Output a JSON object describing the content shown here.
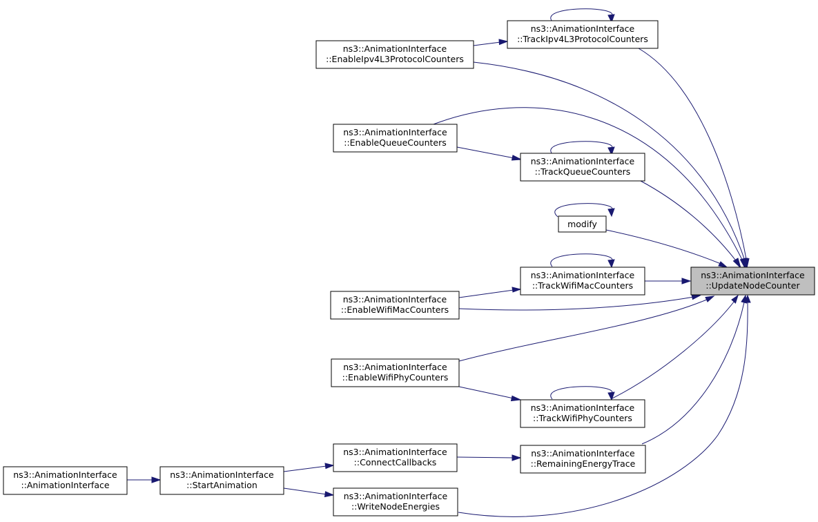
{
  "graph": {
    "nodes": {
      "update_node_counter": {
        "line1": "ns3::AnimationInterface",
        "line2": "::UpdateNodeCounter"
      },
      "track_ipv4": {
        "line1": "ns3::AnimationInterface",
        "line2": "::TrackIpv4L3ProtocolCounters"
      },
      "enable_ipv4": {
        "line1": "ns3::AnimationInterface",
        "line2": "::EnableIpv4L3ProtocolCounters"
      },
      "enable_queue": {
        "line1": "ns3::AnimationInterface",
        "line2": "::EnableQueueCounters"
      },
      "track_queue": {
        "line1": "ns3::AnimationInterface",
        "line2": "::TrackQueueCounters"
      },
      "modify": {
        "line1": "modify"
      },
      "track_wifi_mac": {
        "line1": "ns3::AnimationInterface",
        "line2": "::TrackWifiMacCounters"
      },
      "enable_wifi_mac": {
        "line1": "ns3::AnimationInterface",
        "line2": "::EnableWifiMacCounters"
      },
      "enable_wifi_phy": {
        "line1": "ns3::AnimationInterface",
        "line2": "::EnableWifiPhyCounters"
      },
      "track_wifi_phy": {
        "line1": "ns3::AnimationInterface",
        "line2": "::TrackWifiPhyCounters"
      },
      "connect_callbacks": {
        "line1": "ns3::AnimationInterface",
        "line2": "::ConnectCallbacks"
      },
      "remaining_energy": {
        "line1": "ns3::AnimationInterface",
        "line2": "::RemainingEnergyTrace"
      },
      "animation_interface": {
        "line1": "ns3::AnimationInterface",
        "line2": "::AnimationInterface"
      },
      "start_animation": {
        "line1": "ns3::AnimationInterface",
        "line2": "::StartAnimation"
      },
      "write_node_energies": {
        "line1": "ns3::AnimationInterface",
        "line2": "::WriteNodeEnergies"
      }
    },
    "colors": {
      "edge": "#191970",
      "focus_fill": "#bfbfbf",
      "node_fill": "#ffffff",
      "border": "#000000"
    }
  }
}
